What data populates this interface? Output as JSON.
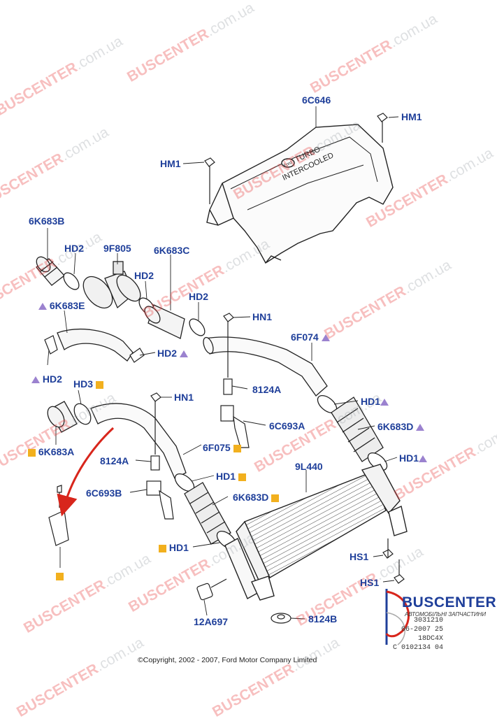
{
  "parts": {
    "6C646": "6C646",
    "HM1": "HM1",
    "6K683B": "6K683B",
    "HD2": "HD2",
    "9F805": "9F805",
    "6K683C": "6K683C",
    "6K683E": "6K683E",
    "HN1": "HN1",
    "6F074": "6F074",
    "HD3": "HD3",
    "8124A": "8124A",
    "6C693A": "6C693A",
    "HD1": "HD1",
    "6K683D": "6K683D",
    "6K683A": "6K683A",
    "6F075": "6F075",
    "9L440": "9L440",
    "6C693B": "6C693B",
    "HS1": "HS1",
    "12A697": "12A697",
    "8124B": "8124B"
  },
  "cover_text": {
    "badge": "Ford",
    "line1": "TURBO",
    "line2": "INTERCOOLED"
  },
  "watermark": {
    "brand": "BUSCENTER",
    "domain": ".com.ua"
  },
  "copyright": "©Copyright, 2002 - 2007, Ford Motor Company Limited",
  "logo": {
    "brand": "BUSCENTER",
    "tagline": "АВТОМОБІЛЬНІ ЗАПЧАСТИНИ"
  },
  "catalog": {
    "line1": "3031210",
    "line2": "06-2007 25",
    "line3": "18DC4X",
    "line4": "C 0102134 04"
  },
  "colors": {
    "label": "#1f3f9a",
    "triangle": "#9b82cf",
    "square": "#f2b01e",
    "arrow": "#d8261c",
    "watermark_red": "#e83b3b"
  }
}
